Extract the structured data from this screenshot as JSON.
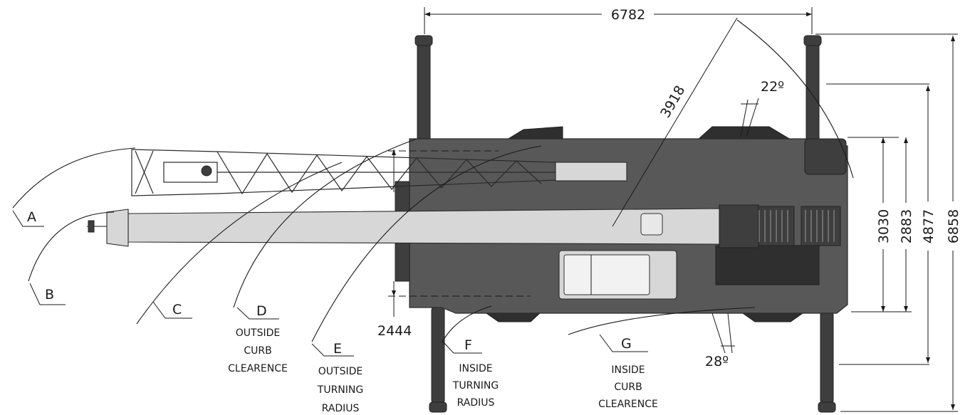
{
  "dimensions": {
    "overall_width": "6782",
    "boom_radius": "3918",
    "front_angle": "22º",
    "rear_angle": "28º",
    "body_width": "3030",
    "track_width": "2883",
    "outrigger_mid_span": "4877",
    "outrigger_full_span": "6858",
    "front_overhang": "2444"
  },
  "arcs": [
    {
      "letter": "A",
      "caption": []
    },
    {
      "letter": "B",
      "caption": []
    },
    {
      "letter": "C",
      "caption": []
    },
    {
      "letter": "D",
      "caption": [
        "OUTSIDE",
        "CURB",
        "CLEARENCE"
      ]
    },
    {
      "letter": "E",
      "caption": [
        "OUTSIDE",
        "TURNING",
        "RADIUS"
      ]
    },
    {
      "letter": "F",
      "caption": [
        "INSIDE",
        "TURNING",
        "RADIUS"
      ]
    },
    {
      "letter": "G",
      "caption": [
        "INSIDE",
        "CURB",
        "CLEARENCE"
      ]
    }
  ],
  "colors": {
    "body": "#585858",
    "boom": "#d7d7d7",
    "line": "#1a1a1a"
  }
}
